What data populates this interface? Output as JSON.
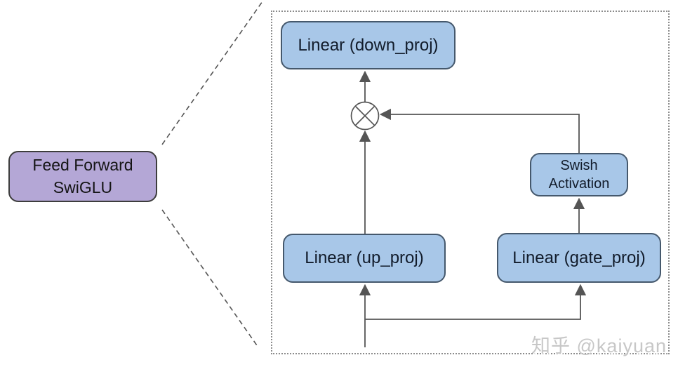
{
  "diagram": {
    "title_node": {
      "line1": "Feed Forward",
      "line2": "SwiGLU"
    },
    "nodes": {
      "down_proj_label": "Linear (down_proj)",
      "up_proj_label": "Linear (up_proj)",
      "gate_proj_label": "Linear (gate_proj)",
      "swish_line1": "Swish",
      "swish_line2": "Activation"
    },
    "operators": {
      "multiply": "elementwise-multiply"
    },
    "watermark": "知乎 @kaiyuan",
    "colors": {
      "node_fill": "#a8c7e8",
      "node_border": "#45586c",
      "title_fill": "#b4a7d6",
      "title_border": "#3d3d3d",
      "wire": "#555555",
      "dotted_border": "#8c8c8c",
      "watermark_text": "#c7c7c7"
    }
  }
}
